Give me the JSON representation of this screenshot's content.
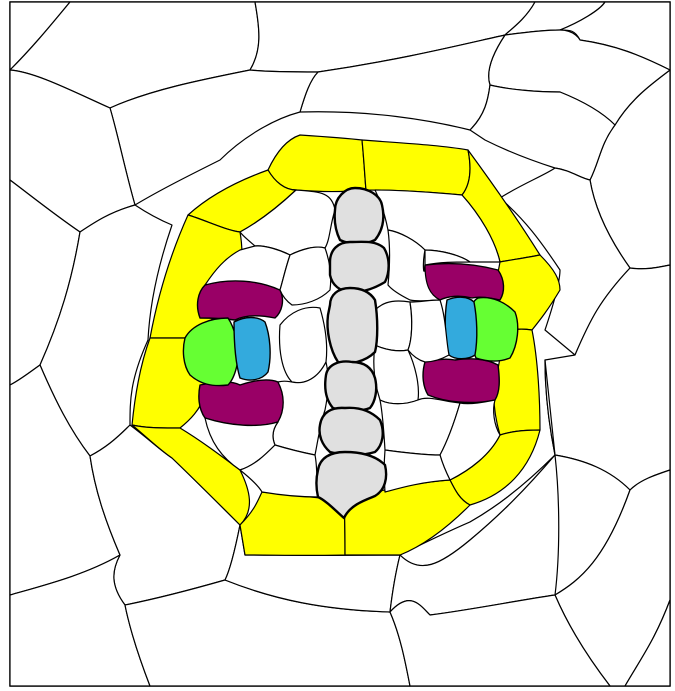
{
  "colors": {
    "background": "#ffffff",
    "stroke": "#000000",
    "outer_cell": "#ffffff",
    "endodermis": "#ffff00",
    "pericycle_pole": "#990066",
    "phloem": "#66ff33",
    "companion": "#33aadd",
    "xylem": "#e0e0e0",
    "vascular_parenchyma": "#ffffff"
  },
  "tissues": [
    {
      "name": "outer-cortex",
      "color_key": "outer_cell"
    },
    {
      "name": "endodermis",
      "color_key": "endodermis"
    },
    {
      "name": "pericycle-pole",
      "color_key": "pericycle_pole"
    },
    {
      "name": "phloem",
      "color_key": "phloem"
    },
    {
      "name": "companion-cell",
      "color_key": "companion"
    },
    {
      "name": "xylem-axis",
      "color_key": "xylem"
    },
    {
      "name": "vascular-parenchyma",
      "color_key": "vascular_parenchyma"
    }
  ]
}
